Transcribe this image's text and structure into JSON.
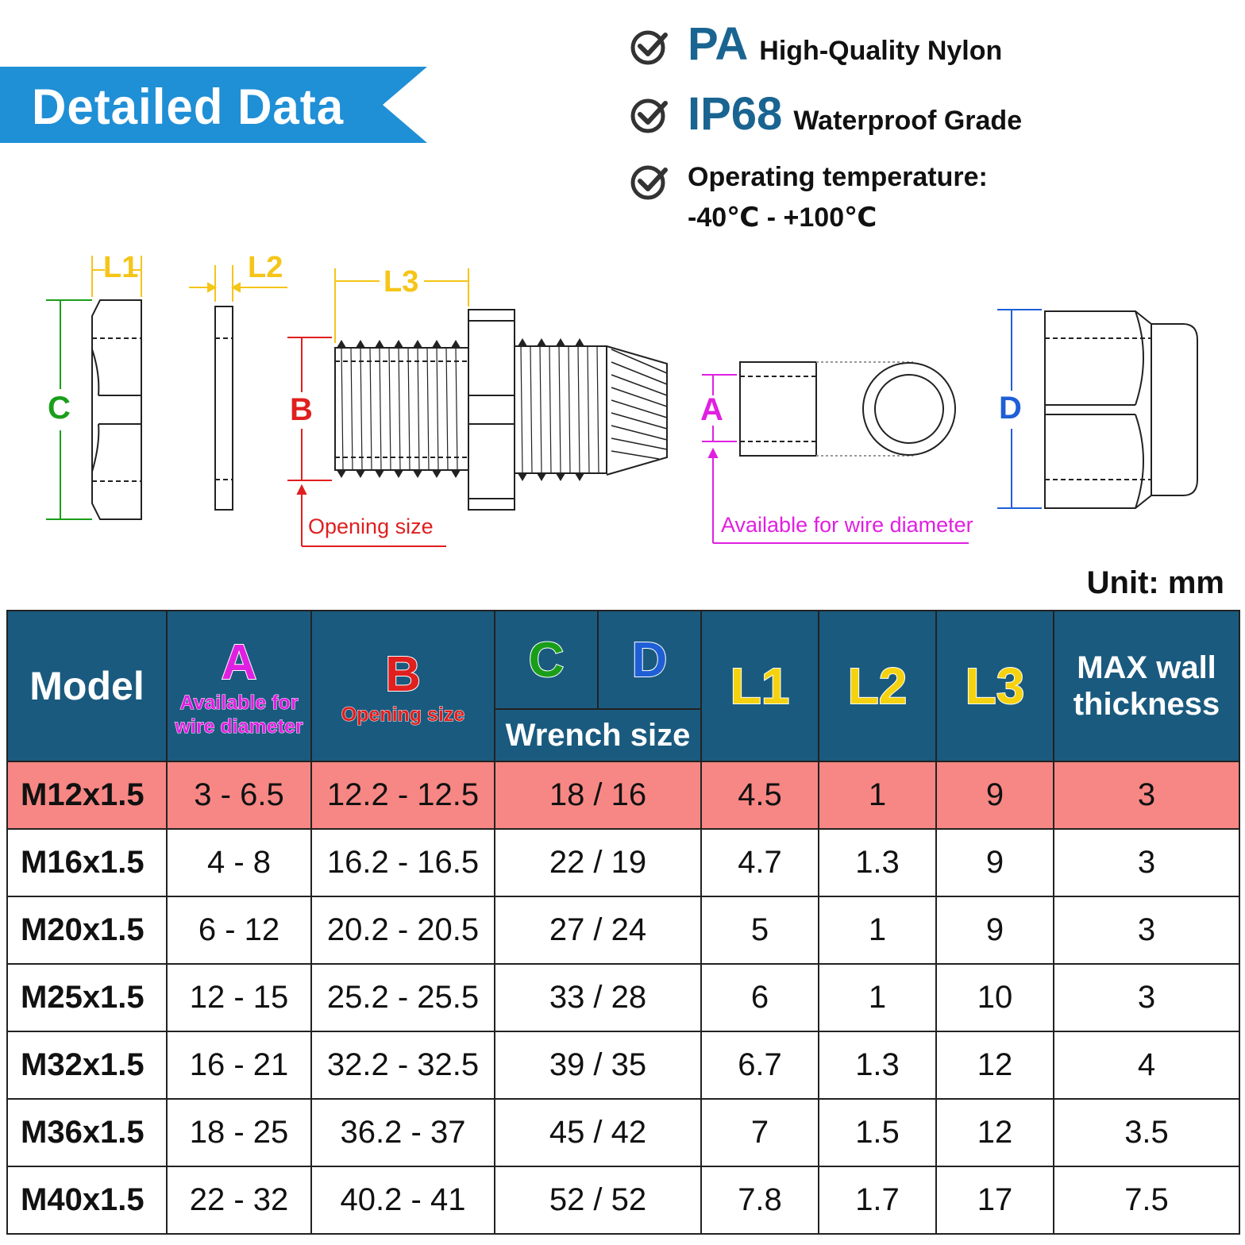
{
  "banner": {
    "title": "Detailed Data",
    "color": "#1f8fd6"
  },
  "features": [
    {
      "big": "PA",
      "small": "High-Quality Nylon"
    },
    {
      "big": "IP68",
      "small": "Waterproof Grade"
    }
  ],
  "temperature": {
    "line1": "Operating temperature:",
    "line2": "-40℃ - +100℃"
  },
  "diagram": {
    "labels": {
      "L1": "L1",
      "L2": "L2",
      "L3": "L3",
      "A": "A",
      "B": "B",
      "C": "C",
      "D": "D"
    },
    "opening_note": "Opening size",
    "wire_note": "Available for wire diameter",
    "colors": {
      "L": "#f5c518",
      "A": "#e020e0",
      "B": "#e01f1f",
      "C": "#1a9e1a",
      "D": "#1f5fd6"
    }
  },
  "unit": "Unit: mm",
  "table": {
    "header": {
      "model": "Model",
      "a_letter": "A",
      "a_sub1": "Available for",
      "a_sub2": "wire diameter",
      "b_letter": "B",
      "b_sub": "Opening size",
      "c_letter": "C",
      "d_letter": "D",
      "wrench": "Wrench size",
      "l1": "L1",
      "l2": "L2",
      "l3": "L3",
      "max1": "MAX wall",
      "max2": "thickness"
    },
    "rows": [
      [
        "M12x1.5",
        "3 - 6.5",
        "12.2 - 12.5",
        "18 / 16",
        "4.5",
        "1",
        "9",
        "3"
      ],
      [
        "M16x1.5",
        "4 - 8",
        "16.2 - 16.5",
        "22 / 19",
        "4.7",
        "1.3",
        "9",
        "3"
      ],
      [
        "M20x1.5",
        "6 - 12",
        "20.2 - 20.5",
        "27 / 24",
        "5",
        "1",
        "9",
        "3"
      ],
      [
        "M25x1.5",
        "12 - 15",
        "25.2 - 25.5",
        "33 / 28",
        "6",
        "1",
        "10",
        "3"
      ],
      [
        "M32x1.5",
        "16 - 21",
        "32.2 - 32.5",
        "39 / 35",
        "6.7",
        "1.3",
        "12",
        "4"
      ],
      [
        "M36x1.5",
        "18 - 25",
        "36.2 - 37",
        "45 / 42",
        "7",
        "1.5",
        "12",
        "3.5"
      ],
      [
        "M40x1.5",
        "22 - 32",
        "40.2 - 41",
        "52 / 52",
        "7.8",
        "1.7",
        "17",
        "7.5"
      ]
    ],
    "highlight_color": "#f78784",
    "header_color": "#1a5a7e"
  }
}
